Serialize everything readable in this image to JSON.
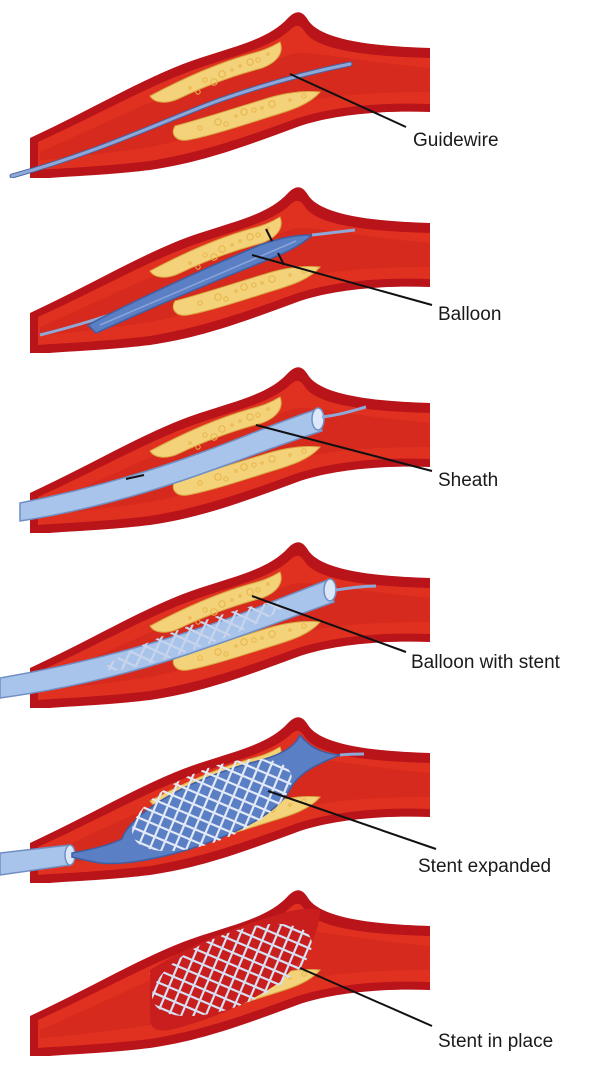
{
  "colors": {
    "artery_outer": "#b8141a",
    "artery_mid": "#e0301f",
    "artery_inner": "#f26a3a",
    "lumen": "#d42a1e",
    "plaque": "#f3d27a",
    "plaque_dot": "#e8b54a",
    "balloon": "#5b7fc4",
    "sheath": "#a9c4ea",
    "stent": "#dfe7f5",
    "wire": "#8fa8d8",
    "leader": "#111111"
  },
  "panels": [
    {
      "id": "guidewire",
      "label": "Guidewire",
      "device": "wire"
    },
    {
      "id": "balloon",
      "label": "Balloon",
      "device": "balloon"
    },
    {
      "id": "sheath",
      "label": "Sheath",
      "device": "sheath"
    },
    {
      "id": "balloon-stent",
      "label": "Balloon with stent",
      "device": "balloon-stent"
    },
    {
      "id": "stent-expanded",
      "label": "Stent expanded",
      "device": "stent-expanded"
    },
    {
      "id": "stent-in-place",
      "label": "Stent in place",
      "device": "stent-in-place"
    }
  ]
}
